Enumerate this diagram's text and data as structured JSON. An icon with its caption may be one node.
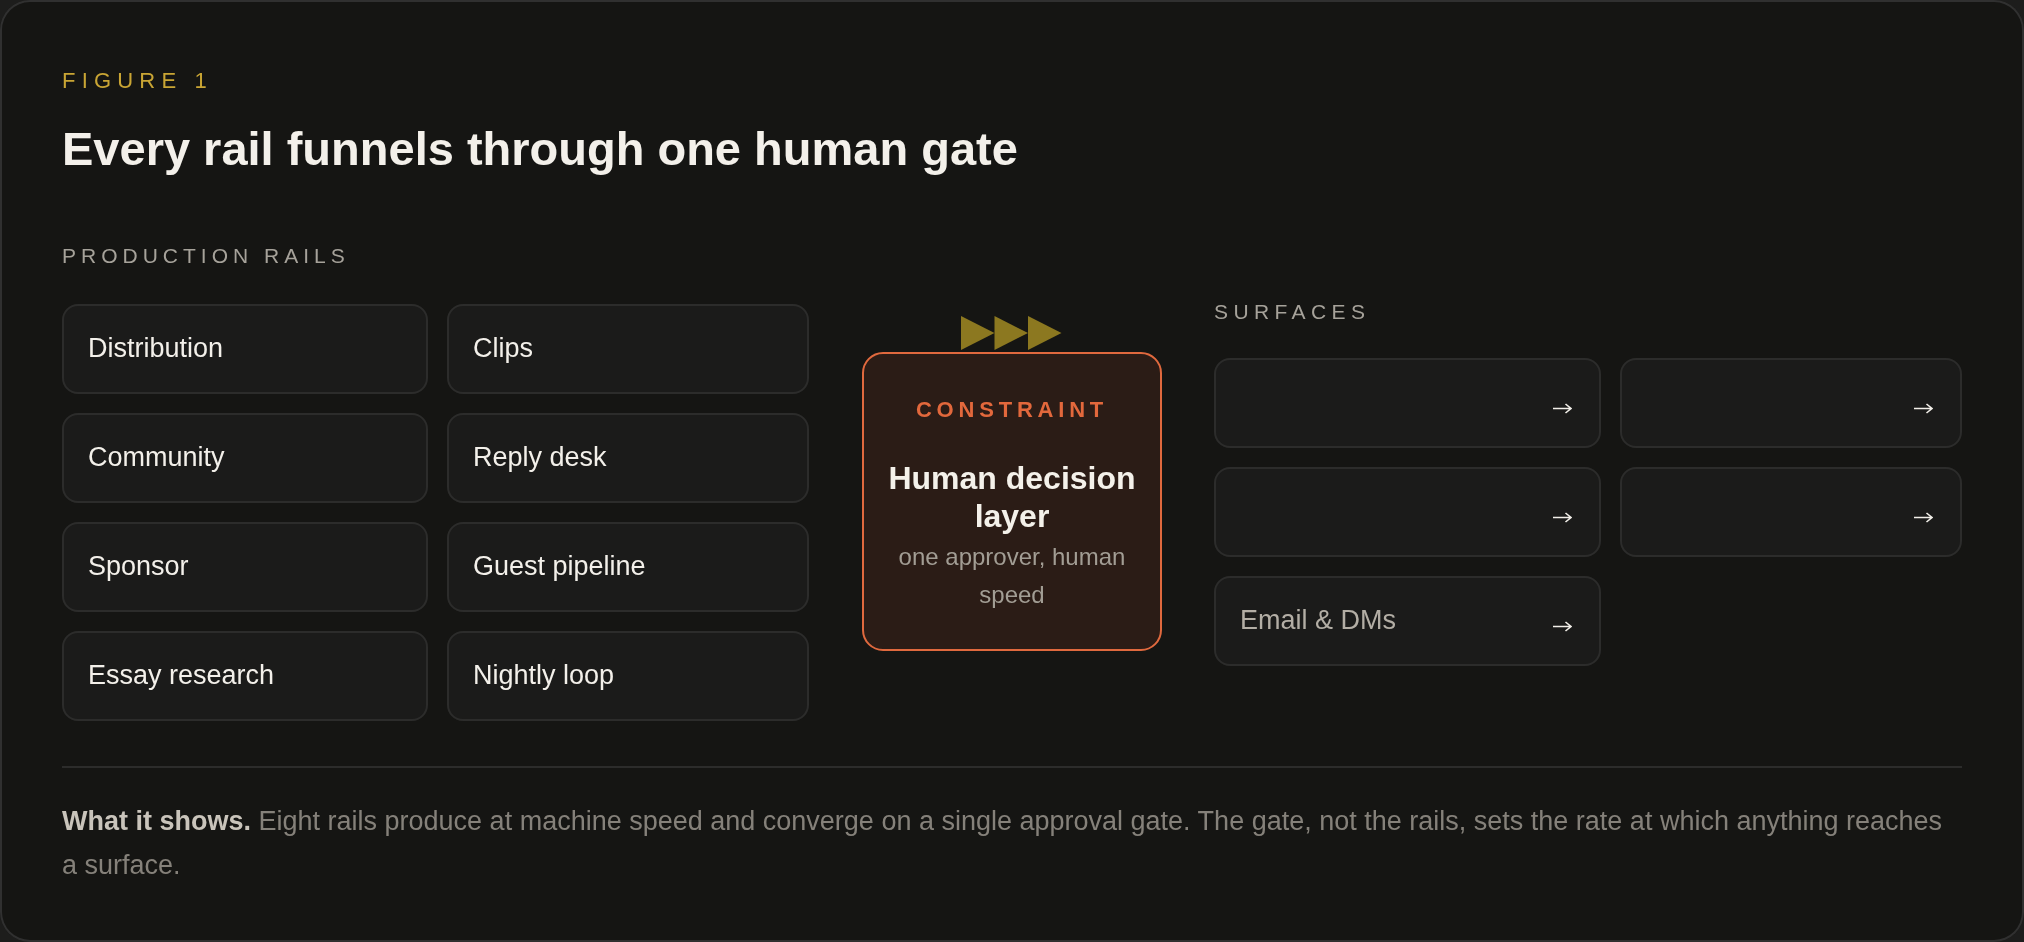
{
  "diagram": {
    "title": "Every rail funnels through one human gate",
    "caption": "**What it shows.** Eight rails produce at machine speed and converge on a single approval gate. The gate, not the rails, sets the rate at which anything reaches a surface.",
    "nodes": [
      {
        "text": [
          "Distribution"
        ]
      },
      {
        "text": [
          "Clips"
        ]
      },
      {
        "text": [
          "Community"
        ]
      },
      {
        "text": [
          "Reply desk"
        ]
      },
      {
        "text": [
          "Sponsor"
        ]
      },
      {
        "text": [
          "Guest pipeline"
        ]
      },
      {
        "text": [
          "Essay research"
        ]
      },
      {
        "text": [
          "Nightly loop"
        ]
      },
      {
        "text": [
          "CONSTRAINT",
          "Human decision layer",
          "one approver, human speed"
        ]
      },
      {
        "text": [],
        "shape": "box"
      },
      {
        "text": [],
        "shape": "box"
      },
      {
        "text": [],
        "shape": "box"
      },
      {
        "text": [],
        "shape": "box"
      },
      {
        "text": [
          "Email & DMs"
        ]
      }
    ],
    "labels": [
      "FIGURE 1",
      "PRODUCTION RAILS",
      "SURFACES"
    ]
  }
}
